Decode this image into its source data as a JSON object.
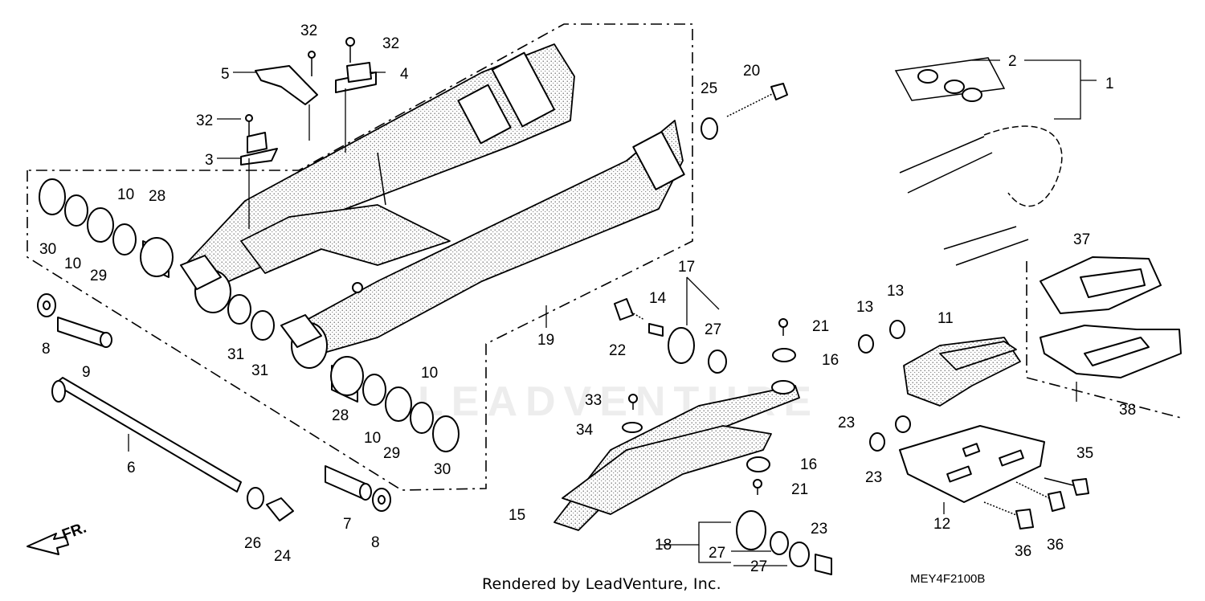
{
  "diagram_code": "MEY4F2100B",
  "render_credit": "Rendered by LeadVenture, Inc.",
  "watermark_text": "LEADVENTURE",
  "front_indicator": "FR.",
  "callouts": [
    {
      "id": "c1",
      "text": "1"
    },
    {
      "id": "c2",
      "text": "2"
    },
    {
      "id": "c3",
      "text": "3"
    },
    {
      "id": "c4",
      "text": "4"
    },
    {
      "id": "c5",
      "text": "5"
    },
    {
      "id": "c6",
      "text": "6"
    },
    {
      "id": "c7",
      "text": "7"
    },
    {
      "id": "c8a",
      "text": "8"
    },
    {
      "id": "c8b",
      "text": "8"
    },
    {
      "id": "c9",
      "text": "9"
    },
    {
      "id": "c10a",
      "text": "10"
    },
    {
      "id": "c10b",
      "text": "10"
    },
    {
      "id": "c10c",
      "text": "10"
    },
    {
      "id": "c10d",
      "text": "10"
    },
    {
      "id": "c11",
      "text": "11"
    },
    {
      "id": "c12",
      "text": "12"
    },
    {
      "id": "c13a",
      "text": "13"
    },
    {
      "id": "c13b",
      "text": "13"
    },
    {
      "id": "c14",
      "text": "14"
    },
    {
      "id": "c15",
      "text": "15"
    },
    {
      "id": "c16a",
      "text": "16"
    },
    {
      "id": "c16b",
      "text": "16"
    },
    {
      "id": "c17",
      "text": "17"
    },
    {
      "id": "c18",
      "text": "18"
    },
    {
      "id": "c19",
      "text": "19"
    },
    {
      "id": "c20",
      "text": "20"
    },
    {
      "id": "c21a",
      "text": "21"
    },
    {
      "id": "c21b",
      "text": "21"
    },
    {
      "id": "c22",
      "text": "22"
    },
    {
      "id": "c23a",
      "text": "23"
    },
    {
      "id": "c23b",
      "text": "23"
    },
    {
      "id": "c23c",
      "text": "23"
    },
    {
      "id": "c24",
      "text": "24"
    },
    {
      "id": "c25",
      "text": "25"
    },
    {
      "id": "c26",
      "text": "26"
    },
    {
      "id": "c27a",
      "text": "27"
    },
    {
      "id": "c27b",
      "text": "27"
    },
    {
      "id": "c27c",
      "text": "27"
    },
    {
      "id": "c28a",
      "text": "28"
    },
    {
      "id": "c28b",
      "text": "28"
    },
    {
      "id": "c29a",
      "text": "29"
    },
    {
      "id": "c29b",
      "text": "29"
    },
    {
      "id": "c30a",
      "text": "30"
    },
    {
      "id": "c30b",
      "text": "30"
    },
    {
      "id": "c31a",
      "text": "31"
    },
    {
      "id": "c31b",
      "text": "31"
    },
    {
      "id": "c32a",
      "text": "32"
    },
    {
      "id": "c32b",
      "text": "32"
    },
    {
      "id": "c32c",
      "text": "32"
    },
    {
      "id": "c33",
      "text": "33"
    },
    {
      "id": "c34",
      "text": "34"
    },
    {
      "id": "c35",
      "text": "35"
    },
    {
      "id": "c36a",
      "text": "36"
    },
    {
      "id": "c36b",
      "text": "36"
    },
    {
      "id": "c37",
      "text": "37"
    },
    {
      "id": "c38",
      "text": "38"
    }
  ]
}
